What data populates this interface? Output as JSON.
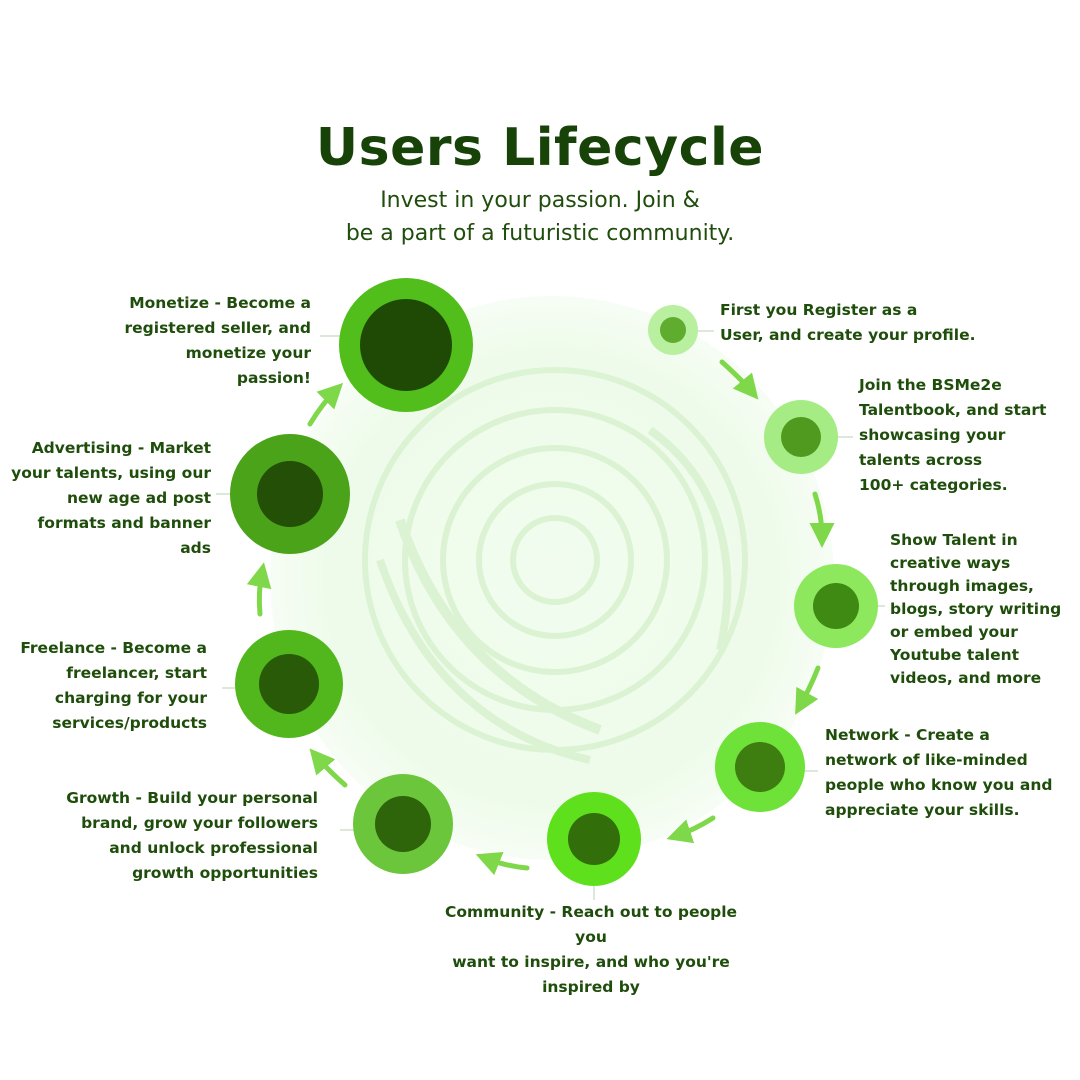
{
  "header": {
    "title": "Users Lifecycle",
    "subtitle_line1": "Invest in your passion. Join &",
    "subtitle_line2": "be a part of a futuristic community."
  },
  "colors": {
    "title": "#174208",
    "text": "#1f4d0b",
    "background_glow": "#eefbea",
    "arrow": "#7fd84a"
  },
  "steps": [
    {
      "name": "register",
      "text": "First you Register as a\nUser, and create your profile."
    },
    {
      "name": "join",
      "text": "Join the BSMe2e\nTalentbook, and start\nshowcasing your\ntalents across\n100+ categories."
    },
    {
      "name": "show-talent",
      "text": "Show Talent in\ncreative ways\nthrough images,\nblogs, story writing\nor embed your\nYoutube talent\nvideos, and more"
    },
    {
      "name": "network",
      "text": "Network - Create a\nnetwork of like-minded\npeople who know you and\nappreciate your skills."
    },
    {
      "name": "community",
      "text": "Community - Reach out to people you\nwant to inspire, and who you're\ninspired by"
    },
    {
      "name": "growth",
      "text": "Growth - Build your personal\nbrand, grow your followers\nand unlock professional\ngrowth opportunities"
    },
    {
      "name": "freelance",
      "text": "Freelance - Become a\nfreelancer, start\ncharging for your\nservices/products"
    },
    {
      "name": "advertising",
      "text": "Advertising - Market\nyour talents, using our\nnew age ad post\nformats and banner ads"
    },
    {
      "name": "monetize",
      "text": "Monetize - Become a\nregistered seller, and\nmonetize your passion!"
    }
  ]
}
